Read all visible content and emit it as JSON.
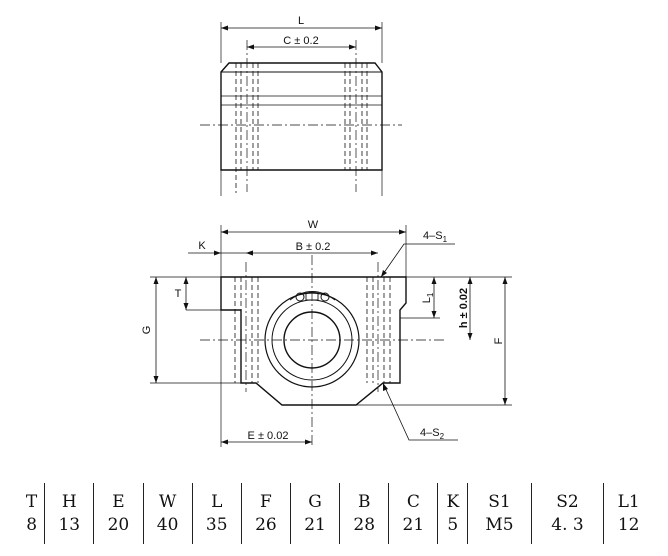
{
  "drawing": {
    "labels": {
      "L": "L",
      "C": "C ± 0.2",
      "W": "W",
      "B": "B ± 0.2",
      "K": "K",
      "S1": "4–S",
      "S1_sub": "1",
      "S2": "4–S",
      "S2_sub": "2",
      "T": "T",
      "G": "G",
      "L1": "L",
      "L1_sub": "1",
      "h": "h ± 0.02",
      "F": "F",
      "E": "E ± 0.02"
    }
  },
  "spec_table": {
    "headers": [
      "T",
      "H",
      "E",
      "W",
      "L",
      "F",
      "G",
      "B",
      "C",
      "K",
      "S1",
      "S2",
      "L1"
    ],
    "values": [
      "8",
      "13",
      "20",
      "40",
      "35",
      "26",
      "21",
      "28",
      "21",
      "5",
      "M5",
      "4. 3",
      "12"
    ]
  }
}
